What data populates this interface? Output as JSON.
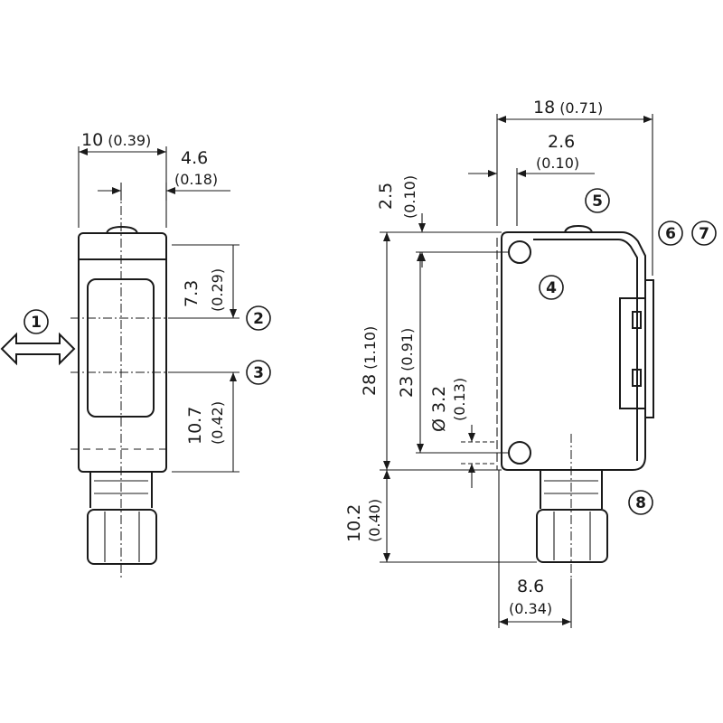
{
  "dimensions": {
    "front_width": {
      "mm": "10",
      "in": "(0.39)"
    },
    "front_offset": {
      "mm": "4.6",
      "in": "(0.18)"
    },
    "front_upper": {
      "mm": "7.3",
      "in": "(0.29)"
    },
    "front_lower": {
      "mm": "10.7",
      "in": "(0.42)"
    },
    "side_width": {
      "mm": "18",
      "in": "(0.71)"
    },
    "side_offset": {
      "mm": "2.6",
      "in": "(0.10)"
    },
    "side_top": {
      "mm": "2.5",
      "in": "(0.10)"
    },
    "side_height": {
      "mm": "28",
      "in": "(1.10)"
    },
    "side_hole_spacing": {
      "mm": "23",
      "in": "(0.91)"
    },
    "side_hole_dia": {
      "mm": "Ø 3.2",
      "in": "(0.13)"
    },
    "side_connector": {
      "mm": "10.2",
      "in": "(0.40)"
    },
    "side_conn_offset": {
      "mm": "8.6",
      "in": "(0.34)"
    }
  },
  "callouts": [
    "1",
    "2",
    "3",
    "4",
    "5",
    "6",
    "7",
    "8"
  ]
}
